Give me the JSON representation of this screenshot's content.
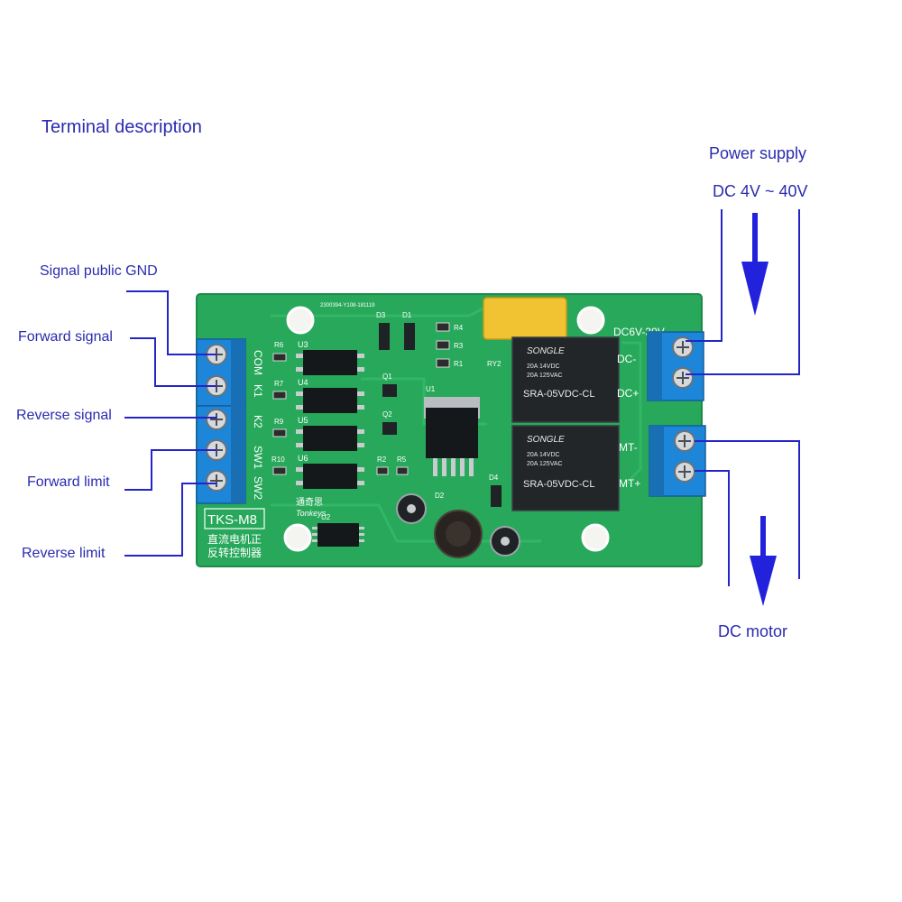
{
  "title": "Terminal description",
  "left_labels": {
    "gnd": "Signal public GND",
    "forward_signal": "Forward signal",
    "reverse_signal": "Reverse signal",
    "forward_limit": "Forward limit",
    "reverse_limit": "Reverse limit"
  },
  "right_labels": {
    "power_supply": "Power supply",
    "voltage": "DC 4V ~ 40V",
    "motor": "DC motor"
  },
  "board": {
    "model": "TKS-M8",
    "cn_line1": "直流电机正",
    "cn_line2": "反转控制器",
    "brand_cn": "通奇思",
    "brand": "Tonkeys",
    "serial": "2300394-Y108-181119",
    "pins_left": [
      "COM",
      "K1",
      "K2",
      "SW1",
      "SW2"
    ],
    "power_label": "DC6V-30V",
    "dc_minus": "DC-",
    "dc_plus": "DC+",
    "mt_minus": "MT-",
    "mt_plus": "MT+",
    "relay_brand": "SONGLE",
    "relay_rating1": "20A 14VDC",
    "relay_rating2": "20A 125VAC",
    "relay_model": "SRA-05VDC-CL",
    "ref_u3": "U3",
    "ref_u4": "U4",
    "ref_u5": "U5",
    "ref_u6": "U6",
    "ref_r6": "R6",
    "ref_r7": "R7",
    "ref_r9": "R9",
    "ref_r10": "R10",
    "ref_d3": "D3",
    "ref_d1": "D1",
    "ref_r4": "R4",
    "ref_r3": "R3",
    "ref_r1": "R1",
    "ref_q1": "Q1",
    "ref_q2": "Q2",
    "ref_u1": "U1",
    "ref_r2": "R2",
    "ref_r5": "R5",
    "ref_d4": "D4",
    "ref_d2": "D2",
    "ref_u2": "U2",
    "ref_ry2": "RY2"
  },
  "colors": {
    "label_text": "#2b2bb0",
    "leader_line": "#2424c8",
    "arrow": "#2222dd",
    "pcb": "#27a85a",
    "terminal": "#1d86d8"
  }
}
